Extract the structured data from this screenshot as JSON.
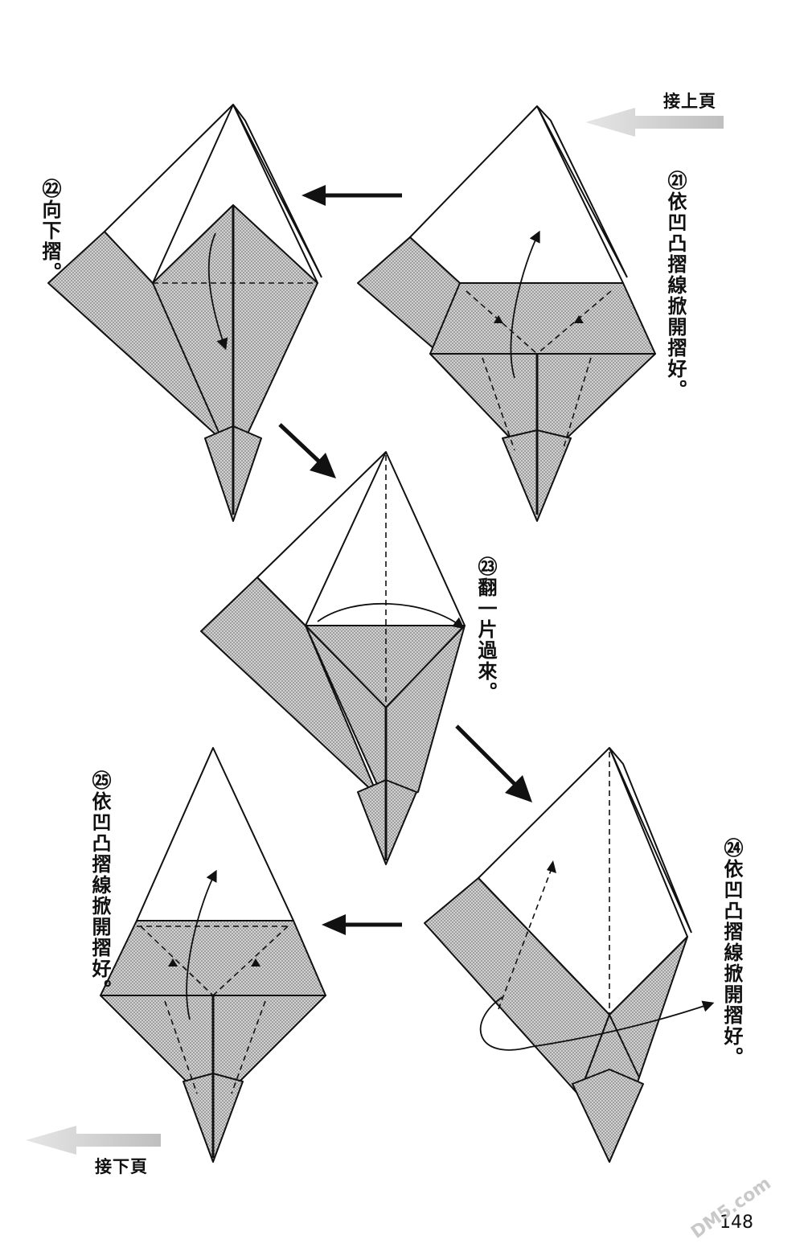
{
  "nav": {
    "prev_label": "接上頁",
    "next_label": "接下頁"
  },
  "steps": [
    {
      "number": "㉑",
      "text": "依凹凸摺線掀開摺好。"
    },
    {
      "number": "㉒",
      "text": "向下摺。"
    },
    {
      "number": "㉓",
      "text": "翻一片過來。"
    },
    {
      "number": "㉔",
      "text": "依凹凸摺線掀開摺好。"
    },
    {
      "number": "㉕",
      "text": "依凹凸摺線掀開摺好。"
    }
  ],
  "page_number": "148",
  "watermark": "DM5.com",
  "colors": {
    "ink": "#111111",
    "paper_shade": "#bdbdbd",
    "ghost_arrow": "#cfcfcf"
  }
}
